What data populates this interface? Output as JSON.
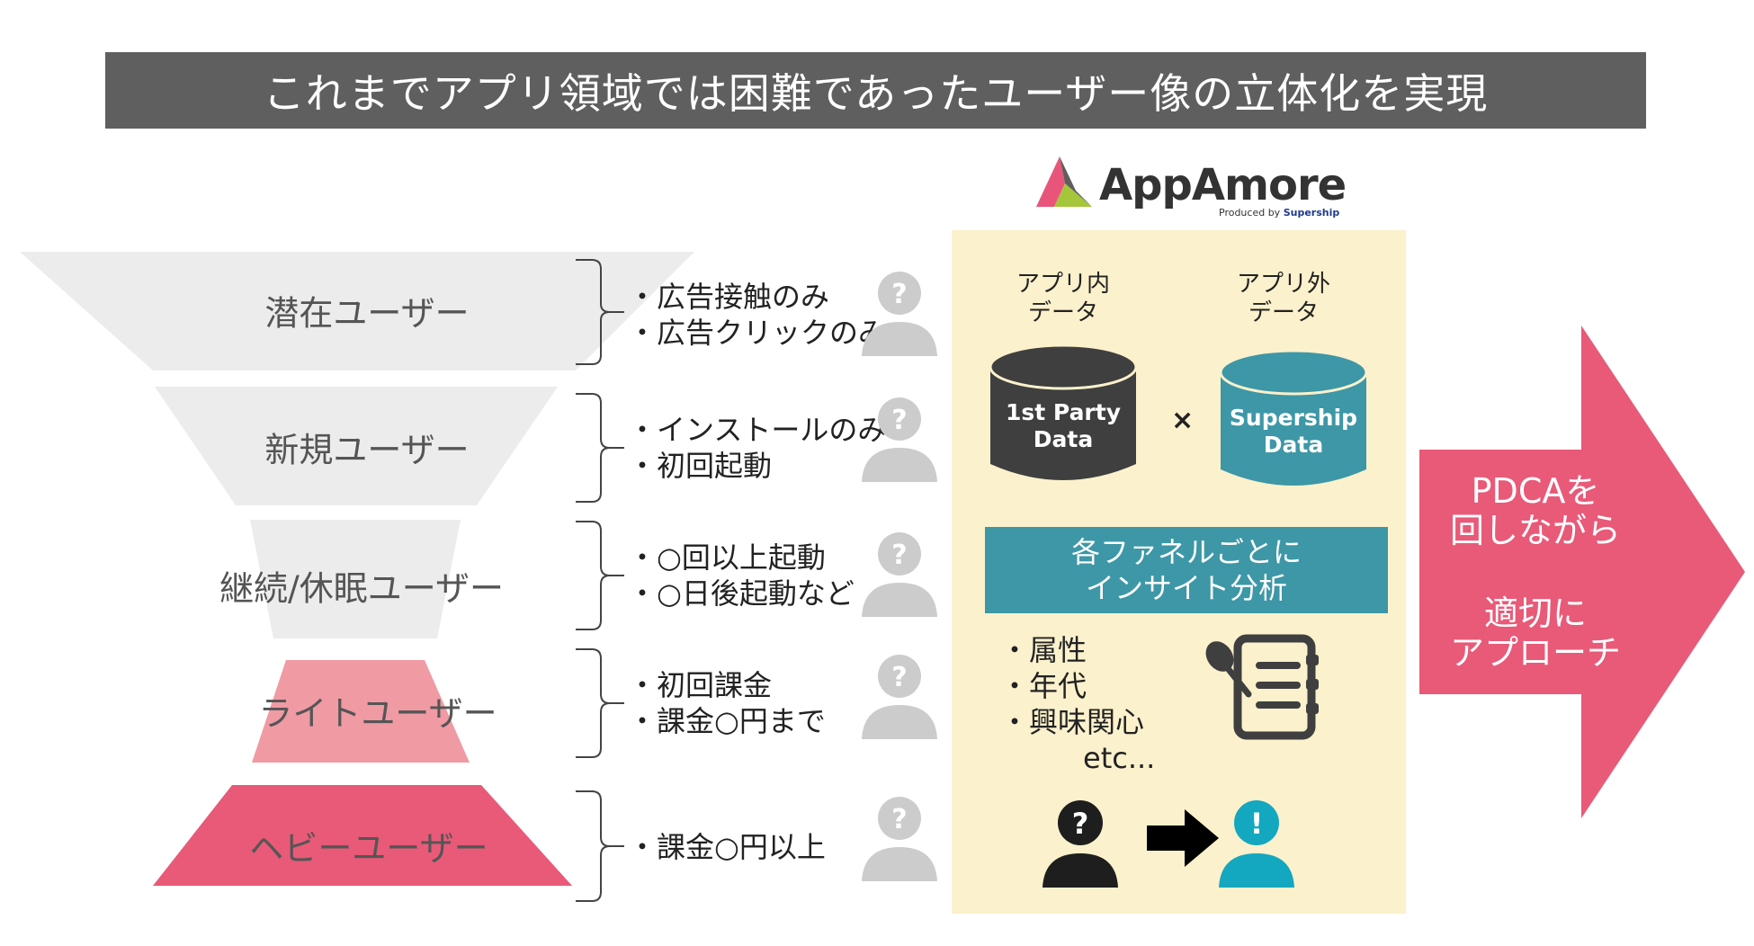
{
  "title": "これまでアプリ領域では困難であったユーザー像の立体化を実現",
  "logo": {
    "name": "AppAmore",
    "produced_by_prefix": "Produced by ",
    "produced_by_brand": "Supership",
    "colors": [
      "#e9557a",
      "#a5c63b",
      "#5e5e5e"
    ]
  },
  "funnel": [
    {
      "label": "潜在ユーザー",
      "items": [
        "・広告接触のみ",
        "・広告クリックのみ"
      ],
      "color": "#ececec"
    },
    {
      "label": "新規ユーザー",
      "items": [
        "・インストールのみ",
        "・初回起動"
      ],
      "color": "#ececec"
    },
    {
      "label": "継続/休眠ユーザー",
      "items": [
        "・○回以上起動",
        "・○日後起動など"
      ],
      "color": "#ececec"
    },
    {
      "label": "ライトユーザー",
      "items": [
        "・初回課金",
        "・課金○円まで"
      ],
      "color": "#f09aa4"
    },
    {
      "label": "ヘビーユーザー",
      "items": [
        "・課金○円以上"
      ],
      "color": "#e85a78"
    }
  ],
  "panel": {
    "in_app_label": [
      "アプリ内",
      "データ"
    ],
    "out_app_label": [
      "アプリ外",
      "データ"
    ],
    "db1": [
      "1st Party",
      "Data"
    ],
    "db2": [
      "Supership",
      "Data"
    ],
    "times": "×",
    "insight": [
      "各ファネルごとに",
      "インサイト分析"
    ],
    "attributes": [
      "・属性",
      "・年代",
      "・興味関心",
      "etc..."
    ],
    "icon_unknown": "?",
    "icon_known": "!"
  },
  "arrow": {
    "lines1": [
      "PDCAを",
      "回しながら"
    ],
    "lines2": [
      "適切に",
      "アプローチ"
    ],
    "color": "#e85a78"
  },
  "colors": {
    "db_dark": "#3f3f3f",
    "db_teal": "#3d97a6",
    "person_grey": "#cccccc",
    "person_teal": "#14a7c0"
  }
}
